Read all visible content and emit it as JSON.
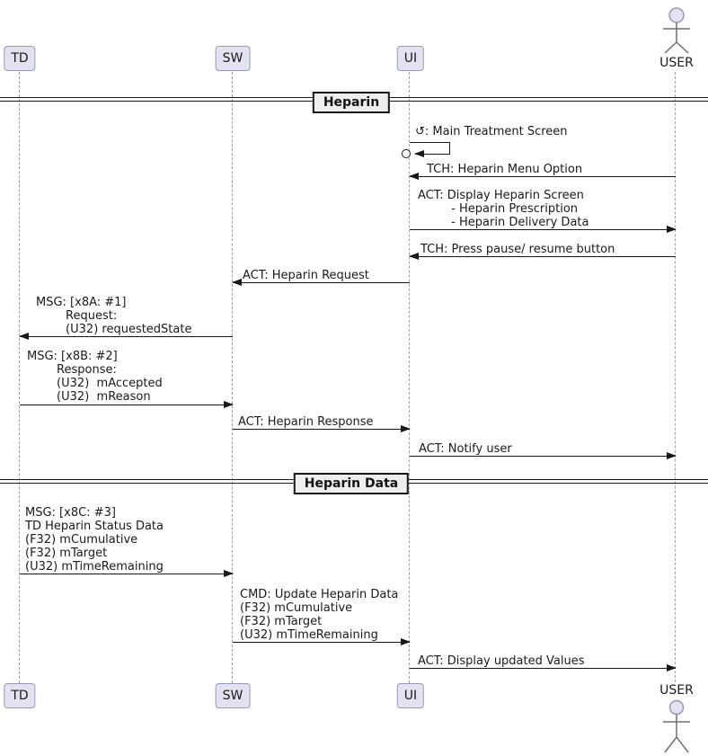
{
  "participants": {
    "td": {
      "label": "TD"
    },
    "sw": {
      "label": "SW"
    },
    "ui": {
      "label": "UI"
    },
    "user": {
      "label": "USER"
    }
  },
  "dividers": [
    {
      "label": "Heparin"
    },
    {
      "label": "Heparin Data"
    }
  ],
  "messages": [
    {
      "from": "UI",
      "to": "UI",
      "kind": "self-circle",
      "label": "↺: Main Treatment Screen"
    },
    {
      "from": "USER",
      "to": "UI",
      "label": "TCH: Heparin Menu Option"
    },
    {
      "from": "UI",
      "to": "USER",
      "label": "ACT: Display Heparin Screen\n         - Heparin Prescription\n         - Heparin Delivery Data"
    },
    {
      "from": "USER",
      "to": "UI",
      "label": "TCH: Press pause/ resume button"
    },
    {
      "from": "UI",
      "to": "SW",
      "label": "ACT: Heparin Request"
    },
    {
      "from": "SW",
      "to": "TD",
      "label": "MSG: [x8A: #1]\n        Request:\n        (U32) requestedState"
    },
    {
      "from": "TD",
      "to": "SW",
      "label": "MSG: [x8B: #2]\n        Response:\n        (U32)  mAccepted\n        (U32)  mReason"
    },
    {
      "from": "SW",
      "to": "UI",
      "label": "ACT: Heparin Response"
    },
    {
      "from": "UI",
      "to": "USER",
      "label": "ACT: Notify user"
    },
    {
      "from": "TD",
      "to": "SW",
      "label": "MSG: [x8C: #3]\nTD Heparin Status Data\n(F32) mCumulative\n(F32) mTarget\n(U32) mTimeRemaining"
    },
    {
      "from": "SW",
      "to": "UI",
      "label": "CMD: Update Heparin Data\n(F32) mCumulative\n(F32) mTarget\n(U32) mTimeRemaining"
    },
    {
      "from": "UI",
      "to": "USER",
      "label": "ACT: Display updated Values"
    }
  ],
  "colors": {
    "participant_fill": "#E2E2F0",
    "participant_border": "#9898B8",
    "divider_fill": "#EEEEEE",
    "line": "#181818",
    "lifeline": "#A0A0A0",
    "text": "#1A1A1A",
    "background": "#FFFFFF"
  }
}
